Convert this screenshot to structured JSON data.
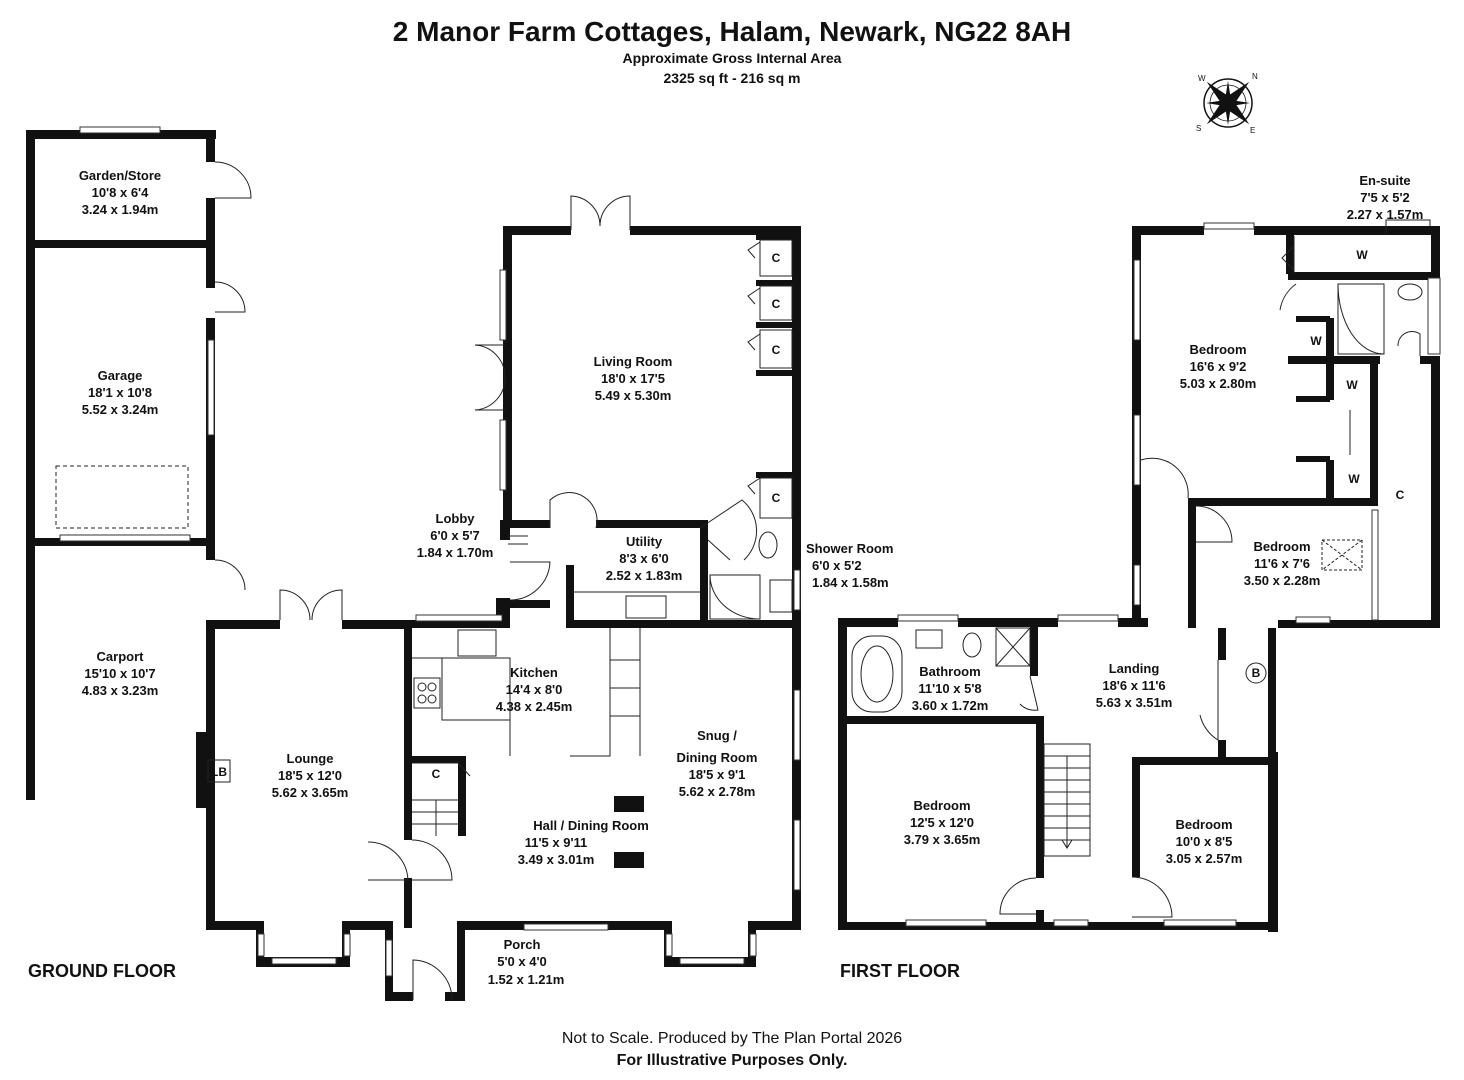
{
  "header": {
    "title": "2 Manor Farm Cottages, Halam, Newark, NG22 8AH",
    "area_label": "Approximate Gross Internal Area",
    "area_value": "2325 sq ft - 216 sq m"
  },
  "floors": {
    "ground": "GROUND FLOOR",
    "first": "FIRST FLOOR"
  },
  "rooms": {
    "garden_store": {
      "name": "Garden/Store",
      "imperial": "10'8 x 6'4",
      "metric": "3.24 x 1.94m"
    },
    "garage": {
      "name": "Garage",
      "imperial": "18'1 x 10'8",
      "metric": "5.52 x 3.24m"
    },
    "carport": {
      "name": "Carport",
      "imperial": "15'10 x 10'7",
      "metric": "4.83 x 3.23m"
    },
    "living_room": {
      "name": "Living Room",
      "imperial": "18'0 x 17'5",
      "metric": "5.49 x 5.30m"
    },
    "lobby": {
      "name": "Lobby",
      "imperial": "6'0 x 5'7",
      "metric": "1.84 x 1.70m"
    },
    "utility": {
      "name": "Utility",
      "imperial": "8'3 x 6'0",
      "metric": "2.52 x 1.83m"
    },
    "shower_room": {
      "name": "Shower Room",
      "imperial": "6'0 x 5'2",
      "metric": "1.84 x 1.58m"
    },
    "kitchen": {
      "name": "Kitchen",
      "imperial": "14'4 x 8'0",
      "metric": "4.38 x 2.45m"
    },
    "snug": {
      "name": "Snug /",
      "name2": "Dining Room",
      "imperial": "18'5 x 9'1",
      "metric": "5.62 x 2.78m"
    },
    "lounge": {
      "name": "Lounge",
      "imperial": "18'5 x 12'0",
      "metric": "5.62 x 3.65m"
    },
    "hall": {
      "name": "Hall / Dining Room",
      "imperial": "11'5 x 9'11",
      "metric": "3.49 x 3.01m"
    },
    "porch": {
      "name": "Porch",
      "imperial": "5'0 x 4'0",
      "metric": "1.52 x 1.21m"
    },
    "ensuite": {
      "name": "En-suite",
      "imperial": "7'5 x 5'2",
      "metric": "2.27 x 1.57m"
    },
    "bedroom1": {
      "name": "Bedroom",
      "imperial": "16'6 x 9'2",
      "metric": "5.03 x 2.80m"
    },
    "bedroom2": {
      "name": "Bedroom",
      "imperial": "11'6 x 7'6",
      "metric": "3.50 x 2.28m"
    },
    "bathroom": {
      "name": "Bathroom",
      "imperial": "11'10 x 5'8",
      "metric": "3.60 x 1.72m"
    },
    "landing": {
      "name": "Landing",
      "imperial": "18'6 x 11'6",
      "metric": "5.63 x 3.51m"
    },
    "bedroom3": {
      "name": "Bedroom",
      "imperial": "12'5 x 12'0",
      "metric": "3.79 x 3.65m"
    },
    "bedroom4": {
      "name": "Bedroom",
      "imperial": "10'0 x 8'5",
      "metric": "3.05 x 2.57m"
    }
  },
  "markers": {
    "cupboard": "C",
    "wardrobe": "W",
    "boiler": "B",
    "log_burner": "LB"
  },
  "footer": {
    "line1": "Not to Scale. Produced by The Plan Portal 2026",
    "line2": "For Illustrative Purposes Only."
  },
  "compass": {
    "icon": "compass-rose-icon",
    "n": "N",
    "s": "S",
    "e": "E",
    "w": "W"
  }
}
